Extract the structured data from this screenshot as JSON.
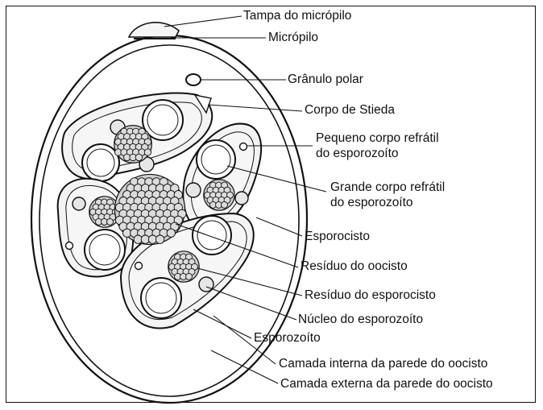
{
  "colors": {
    "ink": "#111111",
    "cell_fill": "#f2f2f2",
    "granule_fill": "#dcdcdc"
  },
  "labels": {
    "micropyle_cap": "Tampa do micrópilo",
    "micropyle": "Micrópilo",
    "polar_granule": "Grânulo polar",
    "stieda_body": "Corpo de Stieda",
    "small_refractile_1": "Pequeno corpo refrátil",
    "small_refractile_2": "do esporozoíto",
    "large_refractile_1": "Grande corpo refrátil",
    "large_refractile_2": "do esporozoíto",
    "sporocyst": "Esporocisto",
    "oocyst_residuum": "Resíduo do oocisto",
    "sporocyst_residuum": "Resíduo do esporocisto",
    "sporozoite_nucleus": "Núcleo do esporozoíto",
    "sporozoite": "Esporozoíto",
    "inner_wall": "Camada interna da parede do oocisto",
    "outer_wall": "Camada externa da parede do oocisto"
  }
}
